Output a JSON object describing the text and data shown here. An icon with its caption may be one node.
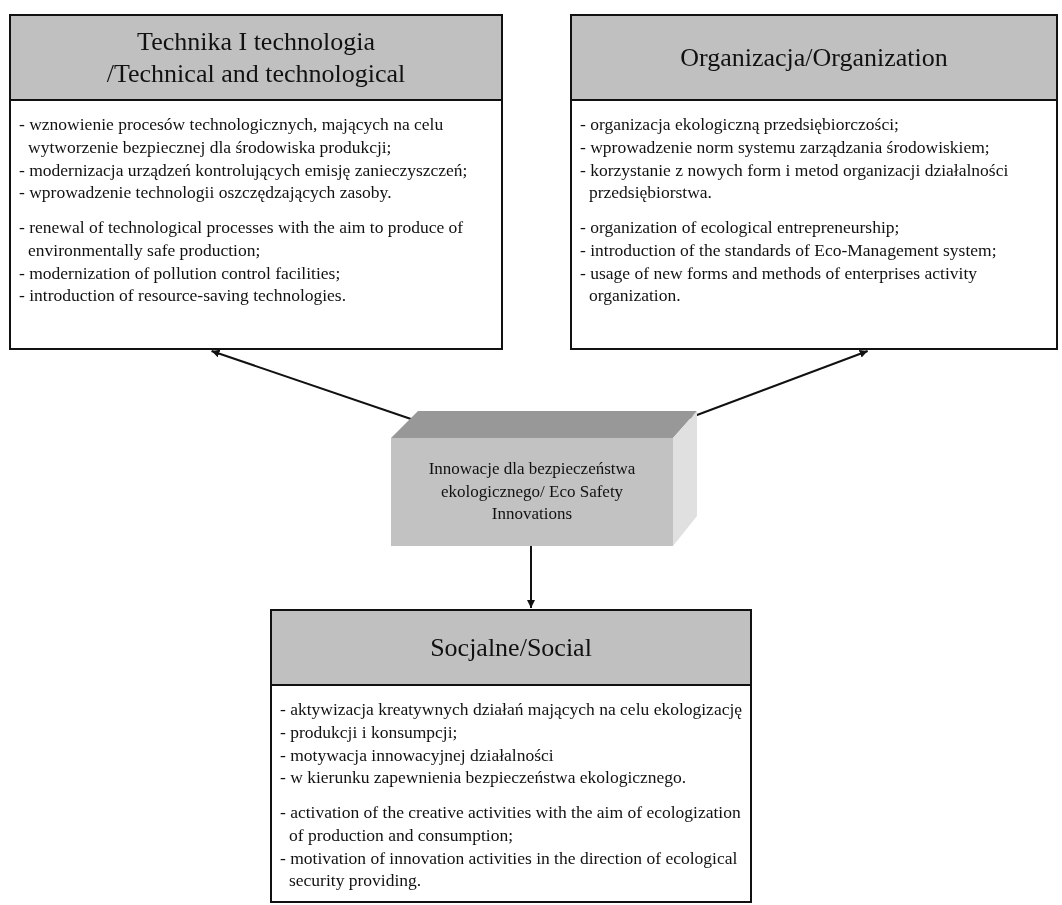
{
  "diagram": {
    "nodes": [
      {
        "text": [
          "Technika I technologia /Technical and technological",
          "- wznowienie procesów technologicznych, mających na celu wytworzenie bezpiecznej dla środowiska produkcji;",
          "- modernizacja urządzeń kontrolujących emisję zanieczyszczeń;",
          "- wprowadzenie technologii oszczędzających zasoby.",
          "- renewal of technological processes with the aim to produce of environmentally safe production;",
          "- modernization of pollution control facilities;",
          "- introduction of resource-saving technologies."
        ]
      },
      {
        "text": [
          "Organizacja/Organization",
          "- organizacja  ekologiczną przedsiębiorczości;",
          "- wprowadzenie norm  systemu zarządzania środowiskiem;",
          "- korzystanie z nowych form i metod organizacji działalności przedsiębiorstwa.",
          "- organization of ecological entrepreneurship;",
          "- introduction of the standards of Eco-Management system;",
          "- usage of new forms and methods of enterprises activity organization."
        ]
      },
      {
        "text": [
          "Innowacje dla bezpieczeństwa ekologicznego/ Eco Safety Innovations"
        ]
      },
      {
        "text": [
          "Socjalne/Social",
          "- aktywizacja kreatywnych działań mających na celu ekologizację",
          "- produkcji i konsumpcji;",
          "- motywacja innowacyjnej działalności",
          "- w kierunku zapewnienia bezpieczeństwa ekologicznego.",
          "- activation of the creative activities with the aim of ecologization of production and consumption;",
          "- motivation of innovation activities in the direction of ecological security providing."
        ]
      }
    ],
    "edges": [
      {
        "from": 2,
        "to": 0,
        "arrow": "to"
      },
      {
        "from": 2,
        "to": 1,
        "arrow": "to"
      },
      {
        "from": 2,
        "to": 3,
        "arrow": "to"
      }
    ]
  }
}
